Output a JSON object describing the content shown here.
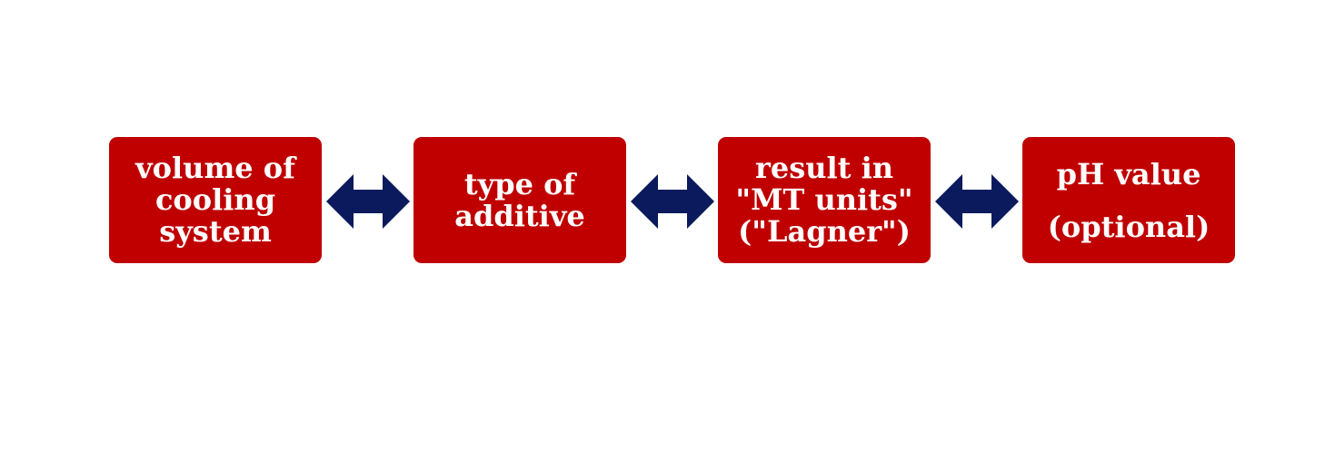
{
  "diagram": {
    "colors": {
      "box_fill": "#c00000",
      "box_text": "#ffffff",
      "arrow_fill": "#0a1a5c"
    },
    "boxes": [
      {
        "lines": [
          "volume of",
          "cooling",
          "system"
        ]
      },
      {
        "lines": [
          "type of",
          "additive"
        ]
      },
      {
        "lines": [
          "result in",
          "\"MT units\"",
          "(\"Lagner\")"
        ]
      },
      {
        "lines": [
          "pH value",
          "(optional)"
        ]
      }
    ],
    "arrows": [
      {
        "icon": "double-arrow-icon"
      },
      {
        "icon": "double-arrow-icon"
      },
      {
        "icon": "double-arrow-icon"
      }
    ]
  }
}
